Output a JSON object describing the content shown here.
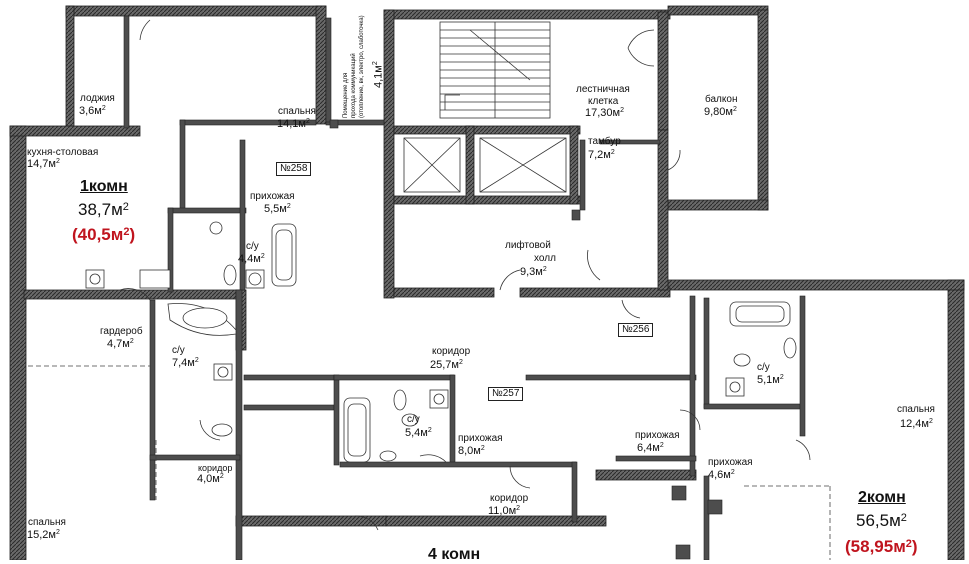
{
  "rooms": {
    "lodzhiya": {
      "name": "лоджия",
      "area": "3,6м",
      "sup": "2"
    },
    "spalnya_top": {
      "name": "спальня",
      "area": "14,1м",
      "sup": "2"
    },
    "kuhnya": {
      "name": "кухня-столовая",
      "area": "14,7м",
      "sup": "2"
    },
    "prihozhaya_258": {
      "name": "прихожая",
      "area": "5,5м",
      "sup": "2"
    },
    "su_258": {
      "name": "с/у",
      "area": "4,4м",
      "sup": "2"
    },
    "tech_room": {
      "name_line1": "Помещение для",
      "name_line2": "прохода коммуникаций",
      "name_line3": "(отопление, вк, электро, слаботочка)",
      "area": "4,1м",
      "sup": "2"
    },
    "lestnichnaya": {
      "name_line1": "лестничная",
      "name_line2": "клетка",
      "area": "17,30м",
      "sup": "2"
    },
    "balkon": {
      "name": "балкон",
      "area": "9,80м",
      "sup": "2"
    },
    "tambur": {
      "name": "тамбур",
      "area": "7,2м",
      "sup": "2"
    },
    "liftovoy": {
      "name_line1": "лифтовой",
      "name_line2": "холл",
      "area": "9,3м",
      "sup": "2"
    },
    "garderob": {
      "name": "гардероб",
      "area": "4,7м",
      "sup": "2"
    },
    "su_left": {
      "name": "с/у",
      "area": "7,4м",
      "sup": "2"
    },
    "koridor_main": {
      "name": "коридор",
      "area": "25,7м",
      "sup": "2"
    },
    "su_257": {
      "name": "с/у",
      "area": "5,4м",
      "sup": "2"
    },
    "prihozhaya_257": {
      "name": "прихожая",
      "area": "8,0м",
      "sup": "2"
    },
    "prihozhaya_256": {
      "name": "прихожая",
      "area": "6,4м",
      "sup": "2"
    },
    "su_right": {
      "name": "с/у",
      "area": "5,1м",
      "sup": "2"
    },
    "spalnya_right": {
      "name": "спальня",
      "area": "12,4м",
      "sup": "2"
    },
    "koridor_small": {
      "name": "коридор",
      "area": "4,0м",
      "sup": "2"
    },
    "koridor_bottom": {
      "name": "коридор",
      "area": "11,0м",
      "sup": "2"
    },
    "prihozhaya_right": {
      "name": "прихожая",
      "area": "4,6м",
      "sup": "2"
    },
    "spalnya_left": {
      "name": "спальня",
      "area": "15,2м",
      "sup": "2"
    }
  },
  "apartments": {
    "apt258": {
      "number": "№258",
      "rooms": "1комн",
      "area": "38,7м",
      "sup": "2",
      "total_prefix": "(40,5м",
      "total_sup": "2",
      "total_suffix": ")"
    },
    "apt257": {
      "number": "№257"
    },
    "apt256": {
      "number": "№256",
      "rooms": "2комн",
      "area": "56,5м",
      "sup": "2",
      "total_prefix": "(58,95м",
      "total_sup": "2",
      "total_suffix": ")"
    },
    "apt4": {
      "rooms": "4 комн"
    }
  },
  "colors": {
    "wall": "#4d4d4d",
    "wall_dark": "#222222",
    "line": "#333333",
    "red": "#c0141e"
  }
}
